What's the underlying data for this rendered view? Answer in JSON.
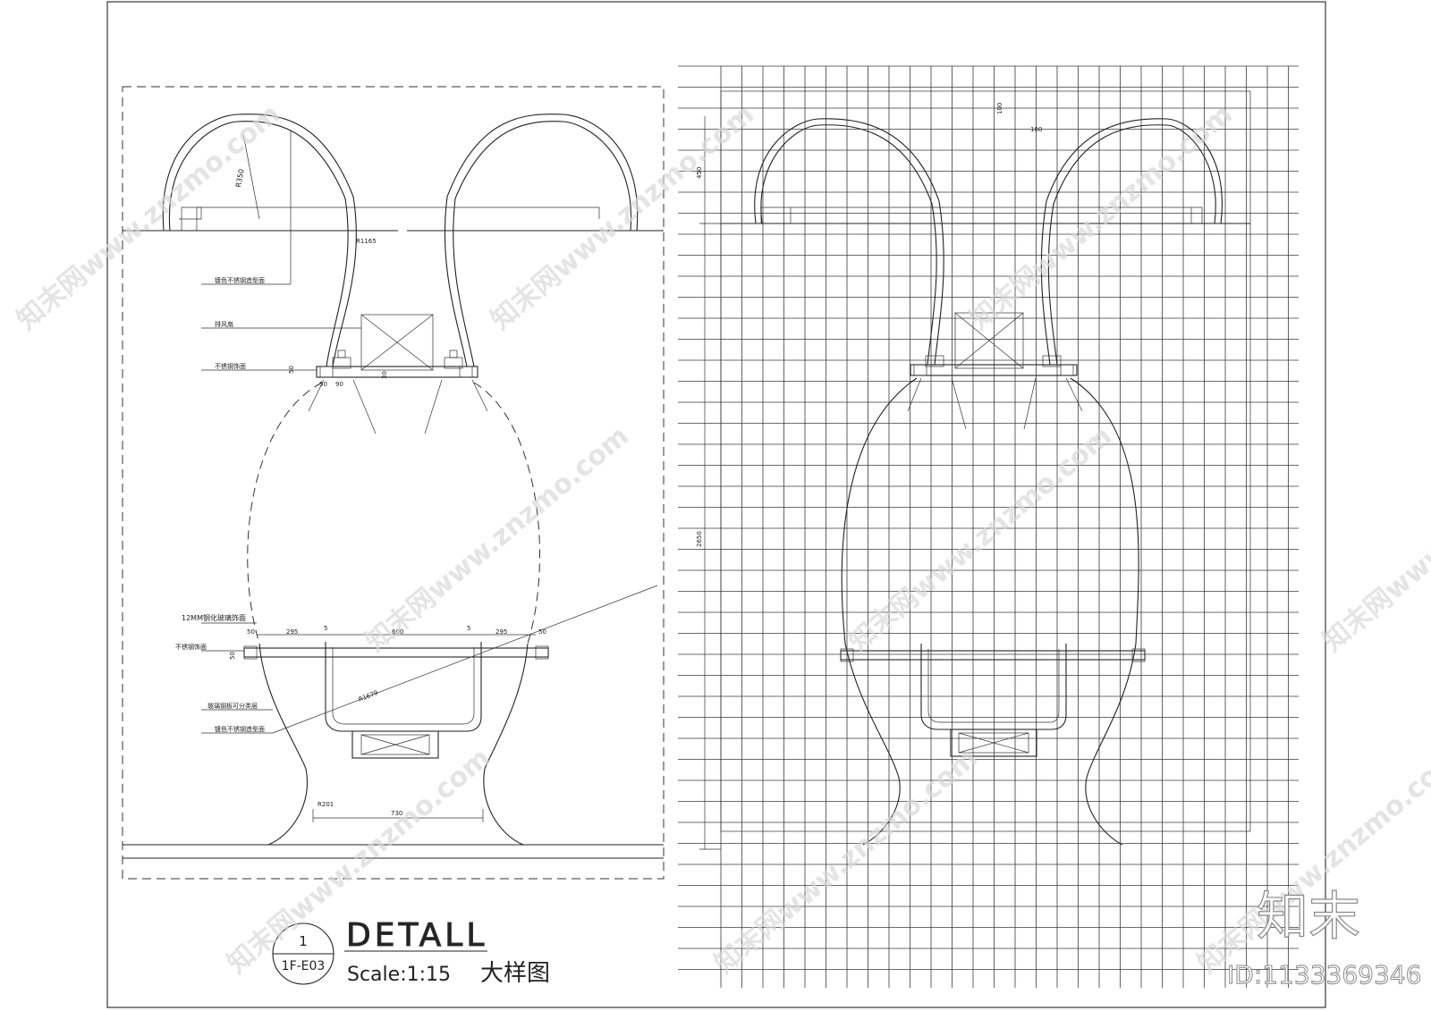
{
  "detail": {
    "number": "1",
    "sheet": "1F-E03",
    "title": "DETALL",
    "scale": "Scale:1:15",
    "title_cn": "大样图"
  },
  "watermark": {
    "brand": "知末",
    "id": "ID:1133369346",
    "site_text": "知末网www.znzmo.com"
  },
  "annotations": {
    "radius_top": "R350",
    "radius_mid": "R1165",
    "radius_large": "R1679",
    "radius_base": "R201",
    "label_wall_top": "镀色不锈钢造型面",
    "label_vent": "排风扇",
    "label_steel_top": "不锈钢饰面",
    "label_glass": "12MM钢化玻璃饰面",
    "label_steel_mid": "不锈钢饰面",
    "label_glass_rail": "玻璃钢板可分类层",
    "label_wall_bottom": "镀色不锈钢造型面"
  },
  "dimensions": {
    "d50a": "50",
    "d50b": "50",
    "d90": "90",
    "d30": "30",
    "d295a": "295",
    "d600": "600",
    "d295b": "295",
    "d5a": "5",
    "d5b": "5",
    "d50c": "50",
    "d50d": "50",
    "d50e": "50",
    "d730": "730",
    "grid_100a": "100",
    "grid_100b": "100",
    "grid_450": "450",
    "grid_2650": "2650"
  }
}
